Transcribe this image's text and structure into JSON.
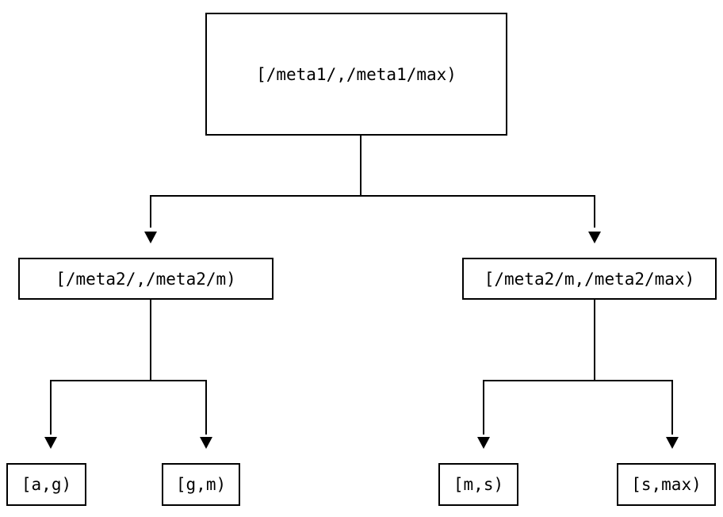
{
  "diagram": {
    "type": "tree",
    "background": "#ffffff",
    "line_color": "#000000",
    "nodes": {
      "root": {
        "label": "[/meta1/,/meta1/max)"
      },
      "level2_left": {
        "label": "[/meta2/,/meta2/m)"
      },
      "level2_right": {
        "label": "[/meta2/m,/meta2/max)"
      },
      "leaf_a_g": {
        "label": "[a,g)"
      },
      "leaf_g_m": {
        "label": "[g,m)"
      },
      "leaf_m_s": {
        "label": "[m,s)"
      },
      "leaf_s_max": {
        "label": "[s,max)"
      }
    },
    "edges": [
      {
        "from": "root",
        "to": "level2_left"
      },
      {
        "from": "root",
        "to": "level2_right"
      },
      {
        "from": "level2_left",
        "to": "leaf_a_g"
      },
      {
        "from": "level2_left",
        "to": "leaf_g_m"
      },
      {
        "from": "level2_right",
        "to": "leaf_m_s"
      },
      {
        "from": "level2_right",
        "to": "leaf_s_max"
      }
    ]
  }
}
